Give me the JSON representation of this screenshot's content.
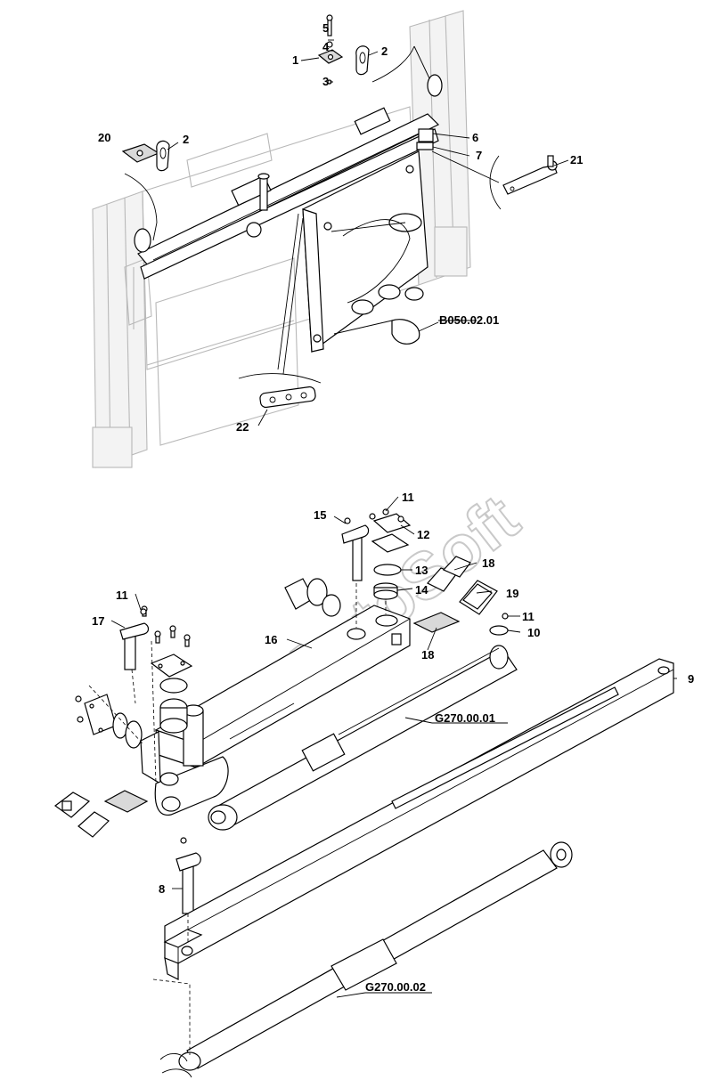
{
  "watermark": "AutoSoft",
  "callouts_top": {
    "c1": "1",
    "c2a": "2",
    "c3": "3",
    "c4": "4",
    "c5": "5",
    "c20": "20",
    "c2b": "2",
    "c6": "6",
    "c7": "7",
    "c21": "21",
    "c22": "22",
    "ref_b050": "B050.02.01"
  },
  "callouts_bottom": {
    "c15": "15",
    "c11a": "11",
    "c12": "12",
    "c13": "13",
    "c14": "14",
    "c18a": "18",
    "c19": "19",
    "c11b": "11",
    "c17": "17",
    "c16": "16",
    "c11c": "11",
    "c10": "10",
    "c18b": "18",
    "c9": "9",
    "ref_g270_01": "G270.00.01",
    "c8": "8",
    "ref_g270_02": "G270.00.02"
  }
}
